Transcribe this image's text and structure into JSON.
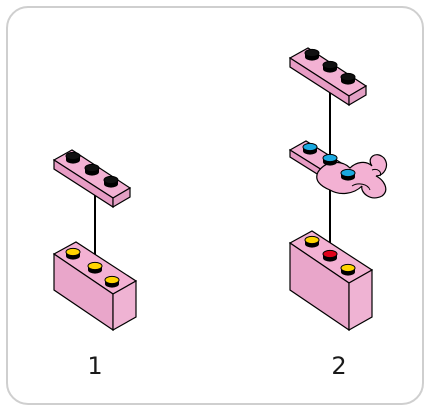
{
  "steps": [
    {
      "number": "1",
      "connector_studs": [
        "yellow"
      ]
    },
    {
      "number": "2",
      "connector_studs": [
        "cyan",
        "red"
      ]
    }
  ],
  "colors": {
    "brick_pink": "#f3b1d3",
    "brick_pink_dark": "#e79cc4",
    "stud_black": "#111111",
    "stud_yellow": "#ffd400",
    "stud_cyan": "#1aa9e0",
    "stud_red": "#e0001a",
    "outline": "#000000",
    "panel_border": "#cfcfcf"
  }
}
